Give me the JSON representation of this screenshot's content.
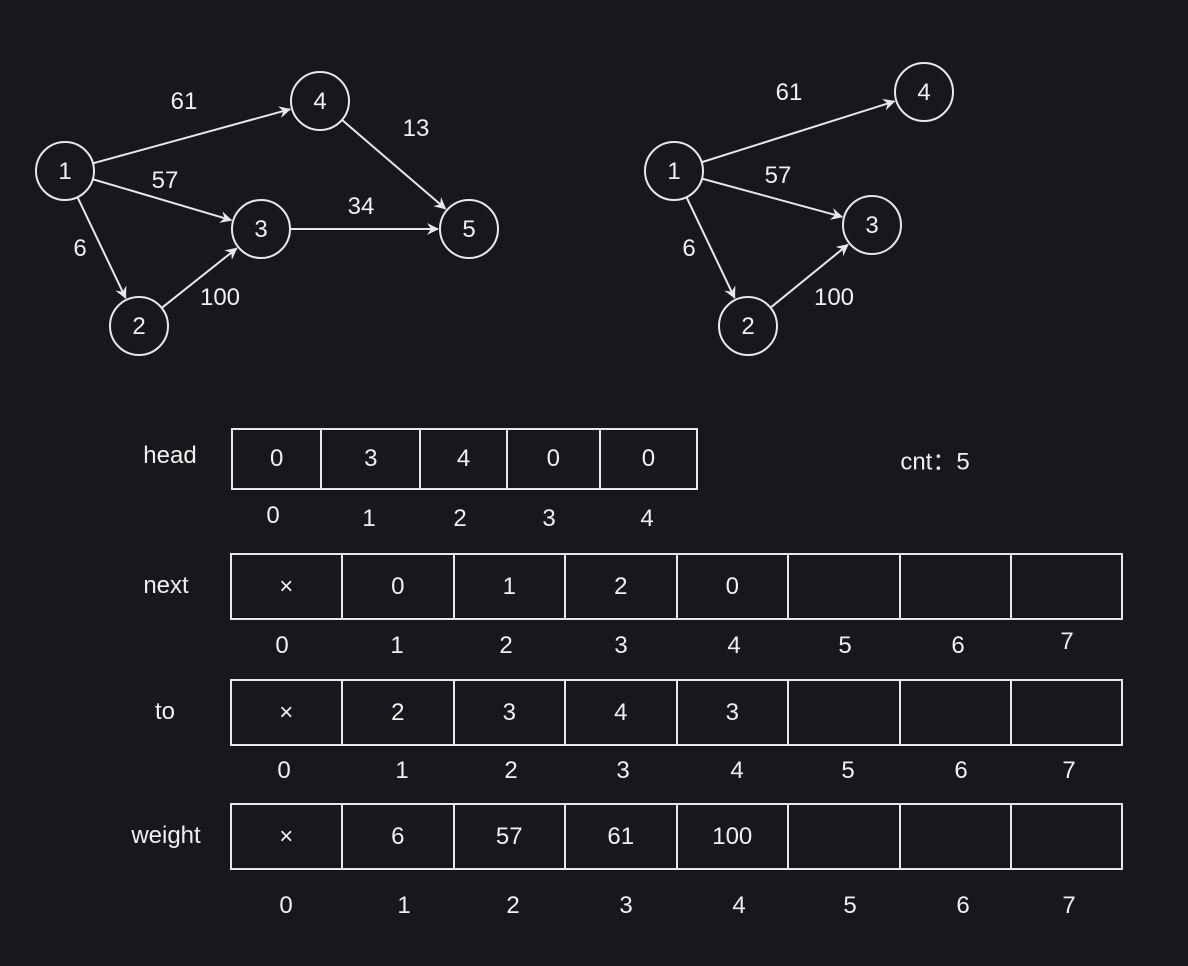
{
  "graphs": [
    {
      "nodes": [
        {
          "id": "1",
          "label": "1"
        },
        {
          "id": "2",
          "label": "2"
        },
        {
          "id": "3",
          "label": "3"
        },
        {
          "id": "4",
          "label": "4"
        },
        {
          "id": "5",
          "label": "5"
        }
      ],
      "edges": [
        {
          "from": "1",
          "to": "4",
          "weight": "61"
        },
        {
          "from": "1",
          "to": "3",
          "weight": "57"
        },
        {
          "from": "1",
          "to": "2",
          "weight": "6"
        },
        {
          "from": "2",
          "to": "3",
          "weight": "100"
        },
        {
          "from": "3",
          "to": "5",
          "weight": "34"
        },
        {
          "from": "4",
          "to": "5",
          "weight": "13"
        }
      ]
    },
    {
      "nodes": [
        {
          "id": "1",
          "label": "1"
        },
        {
          "id": "2",
          "label": "2"
        },
        {
          "id": "3",
          "label": "3"
        },
        {
          "id": "4",
          "label": "4"
        }
      ],
      "edges": [
        {
          "from": "1",
          "to": "4",
          "weight": "61"
        },
        {
          "from": "1",
          "to": "3",
          "weight": "57"
        },
        {
          "from": "1",
          "to": "2",
          "weight": "6"
        },
        {
          "from": "2",
          "to": "3",
          "weight": "100"
        }
      ]
    }
  ],
  "arrays": {
    "head": {
      "label": "head",
      "cells": [
        "0",
        "3",
        "4",
        "0",
        "0"
      ],
      "indices": [
        "0",
        "1",
        "2",
        "3",
        "4"
      ]
    },
    "next": {
      "label": "next",
      "cells": [
        "×",
        "0",
        "1",
        "2",
        "0",
        "",
        "",
        ""
      ],
      "indices": [
        "0",
        "1",
        "2",
        "3",
        "4",
        "5",
        "6",
        "7"
      ]
    },
    "to": {
      "label": "to",
      "cells": [
        "×",
        "2",
        "3",
        "4",
        "3",
        "",
        "",
        ""
      ],
      "indices": [
        "0",
        "1",
        "2",
        "3",
        "4",
        "5",
        "6",
        "7"
      ]
    },
    "weight": {
      "label": "weight",
      "cells": [
        "×",
        "6",
        "57",
        "61",
        "100",
        "",
        "",
        ""
      ],
      "indices": [
        "0",
        "1",
        "2",
        "3",
        "4",
        "5",
        "6",
        "7"
      ]
    }
  },
  "counter": {
    "text": "cnt：5"
  },
  "colors": {
    "background": "#18171c",
    "stroke": "#e8e8e8",
    "text": "#f0f0f0"
  }
}
